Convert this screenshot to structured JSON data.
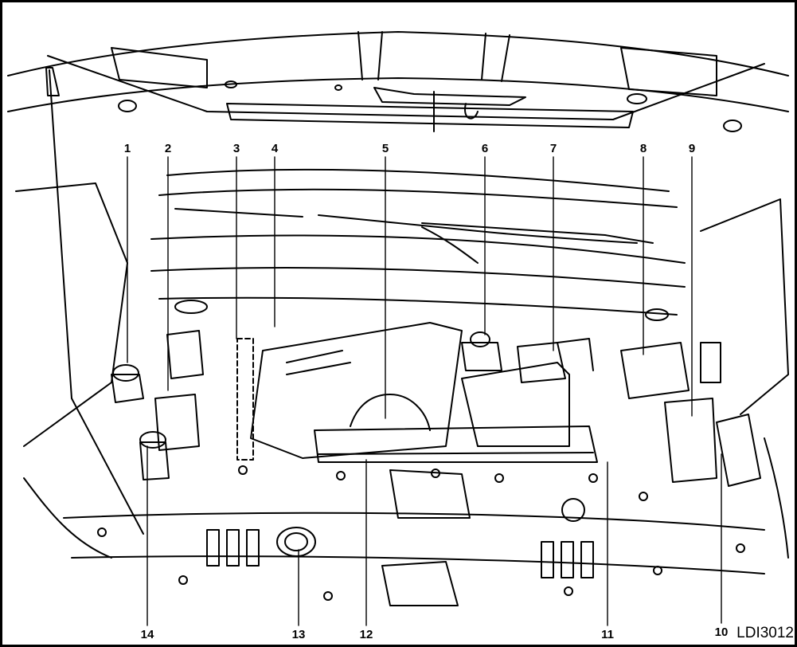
{
  "callouts": [
    "1",
    "2",
    "3",
    "4",
    "5",
    "6",
    "7",
    "8",
    "9",
    "10",
    "11",
    "12",
    "13",
    "14"
  ],
  "figure_code": "LDI3012",
  "colors": {
    "line": "#000000",
    "background": "#ffffff",
    "dashed_box": "#000000"
  }
}
